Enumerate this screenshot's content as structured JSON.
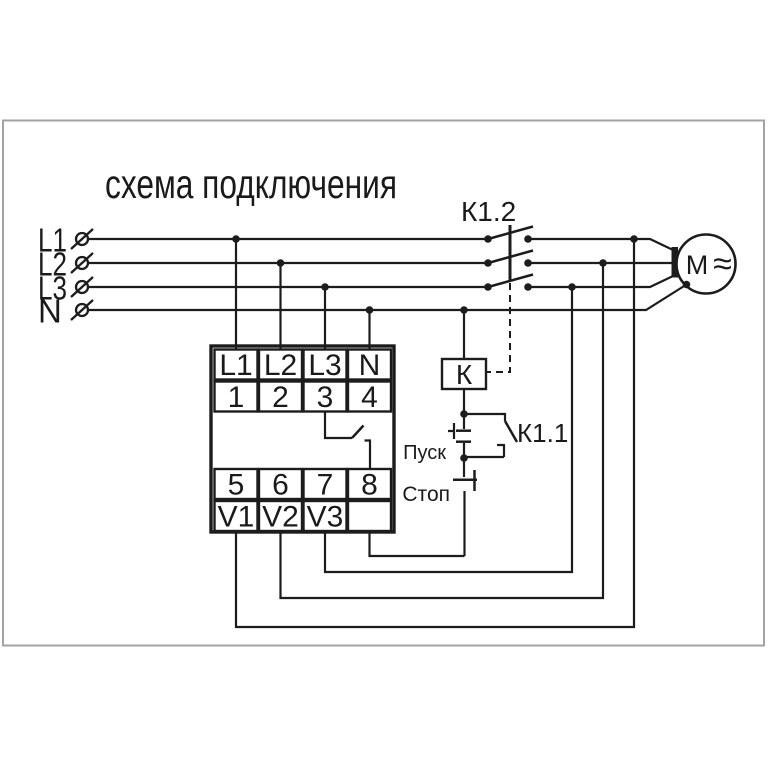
{
  "title": "схема подключения",
  "colors": {
    "line": "#1c1c1c",
    "frame": "#a3a3a3",
    "background": "#ffffff"
  },
  "supply": {
    "l1": "L1",
    "l2": "L2",
    "l3": "L3",
    "n": "N"
  },
  "contactor": {
    "main_contacts": "К1.2",
    "aux_contact": "К1.1",
    "coil": "К"
  },
  "buttons": {
    "start": "Пуск",
    "stop": "Стоп"
  },
  "motor": {
    "letter": "М",
    "ac_symbol": "≈"
  },
  "terminal_block": {
    "row_inputs": [
      "L1",
      "L2",
      "L3",
      "N"
    ],
    "row_numbers_top": [
      "1",
      "2",
      "3",
      "4"
    ],
    "row_numbers_bottom": [
      "5",
      "6",
      "7",
      "8"
    ],
    "row_outputs": [
      "V1",
      "V2",
      "V3",
      ""
    ]
  }
}
